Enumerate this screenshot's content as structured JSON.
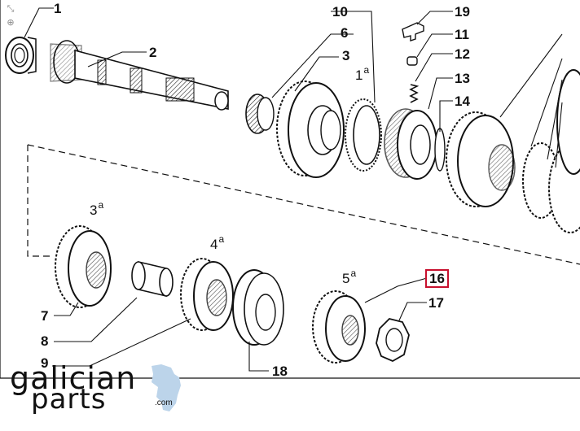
{
  "callouts": [
    {
      "id": "1",
      "text": "1"
    },
    {
      "id": "2",
      "text": "2"
    },
    {
      "id": "3",
      "text": "3"
    },
    {
      "id": "6",
      "text": "6"
    },
    {
      "id": "7",
      "text": "7"
    },
    {
      "id": "8",
      "text": "8"
    },
    {
      "id": "9",
      "text": "9"
    },
    {
      "id": "10",
      "text": "10"
    },
    {
      "id": "11",
      "text": "11"
    },
    {
      "id": "12",
      "text": "12"
    },
    {
      "id": "13",
      "text": "13"
    },
    {
      "id": "14",
      "text": "14"
    },
    {
      "id": "16",
      "text": "16",
      "highlighted": true,
      "highlight_color": "#c8102e"
    },
    {
      "id": "17",
      "text": "17"
    },
    {
      "id": "18",
      "text": "18"
    },
    {
      "id": "19",
      "text": "19"
    }
  ],
  "gear_labels": [
    {
      "num": "1",
      "sup": "a"
    },
    {
      "num": "3",
      "sup": "a"
    },
    {
      "num": "4",
      "sup": "a"
    },
    {
      "num": "5",
      "sup": "a"
    }
  ],
  "logo": {
    "line1": "galician",
    "line2": "parts",
    "suffix": ".com",
    "accent_color": "#bcd4ea"
  },
  "icons": [
    "resize-icon",
    "zoom-in-icon"
  ]
}
